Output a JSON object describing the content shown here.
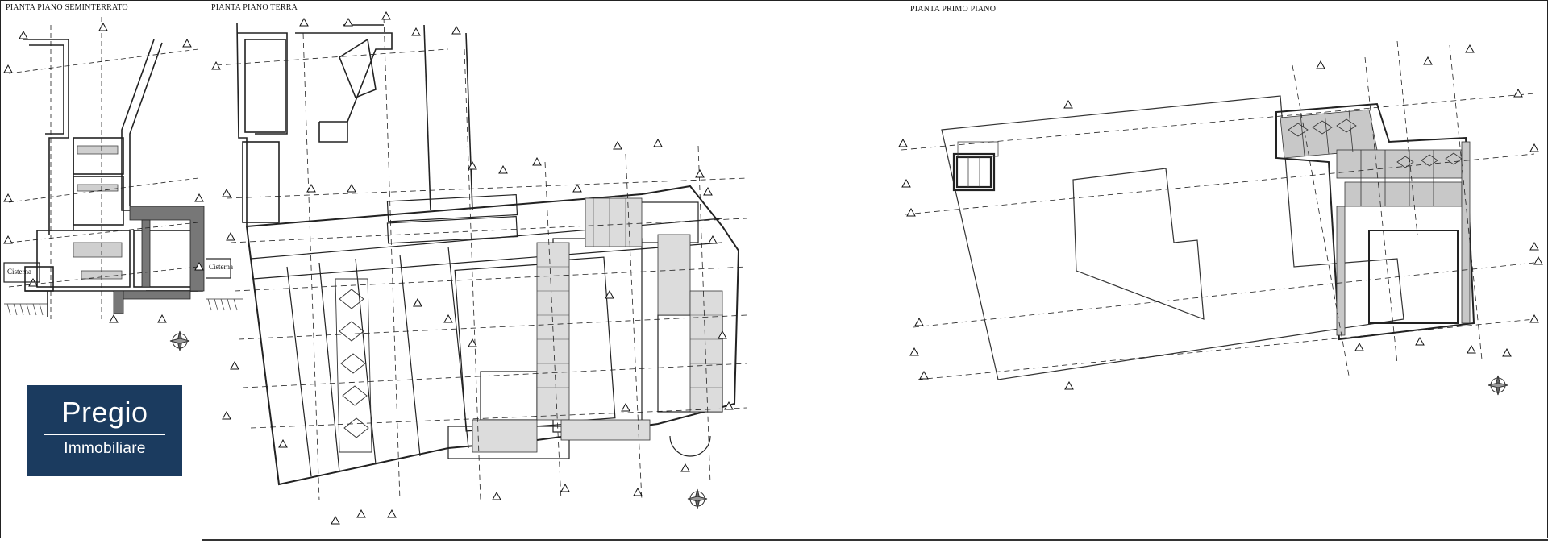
{
  "panels": [
    {
      "title": "PIANTA PIANO SEMINTERRATO",
      "label": "Cisterna"
    },
    {
      "title": "PIANTA PIANO TERRA",
      "label": "Cisterna"
    },
    {
      "title": "PIANTA PRIMO PIANO"
    }
  ],
  "logo": {
    "name": "Pregio",
    "subtitle": "Immobiliare",
    "bg_color": "#1b3b5f"
  },
  "icons": [
    "section-marker-icon",
    "north-compass-icon"
  ]
}
